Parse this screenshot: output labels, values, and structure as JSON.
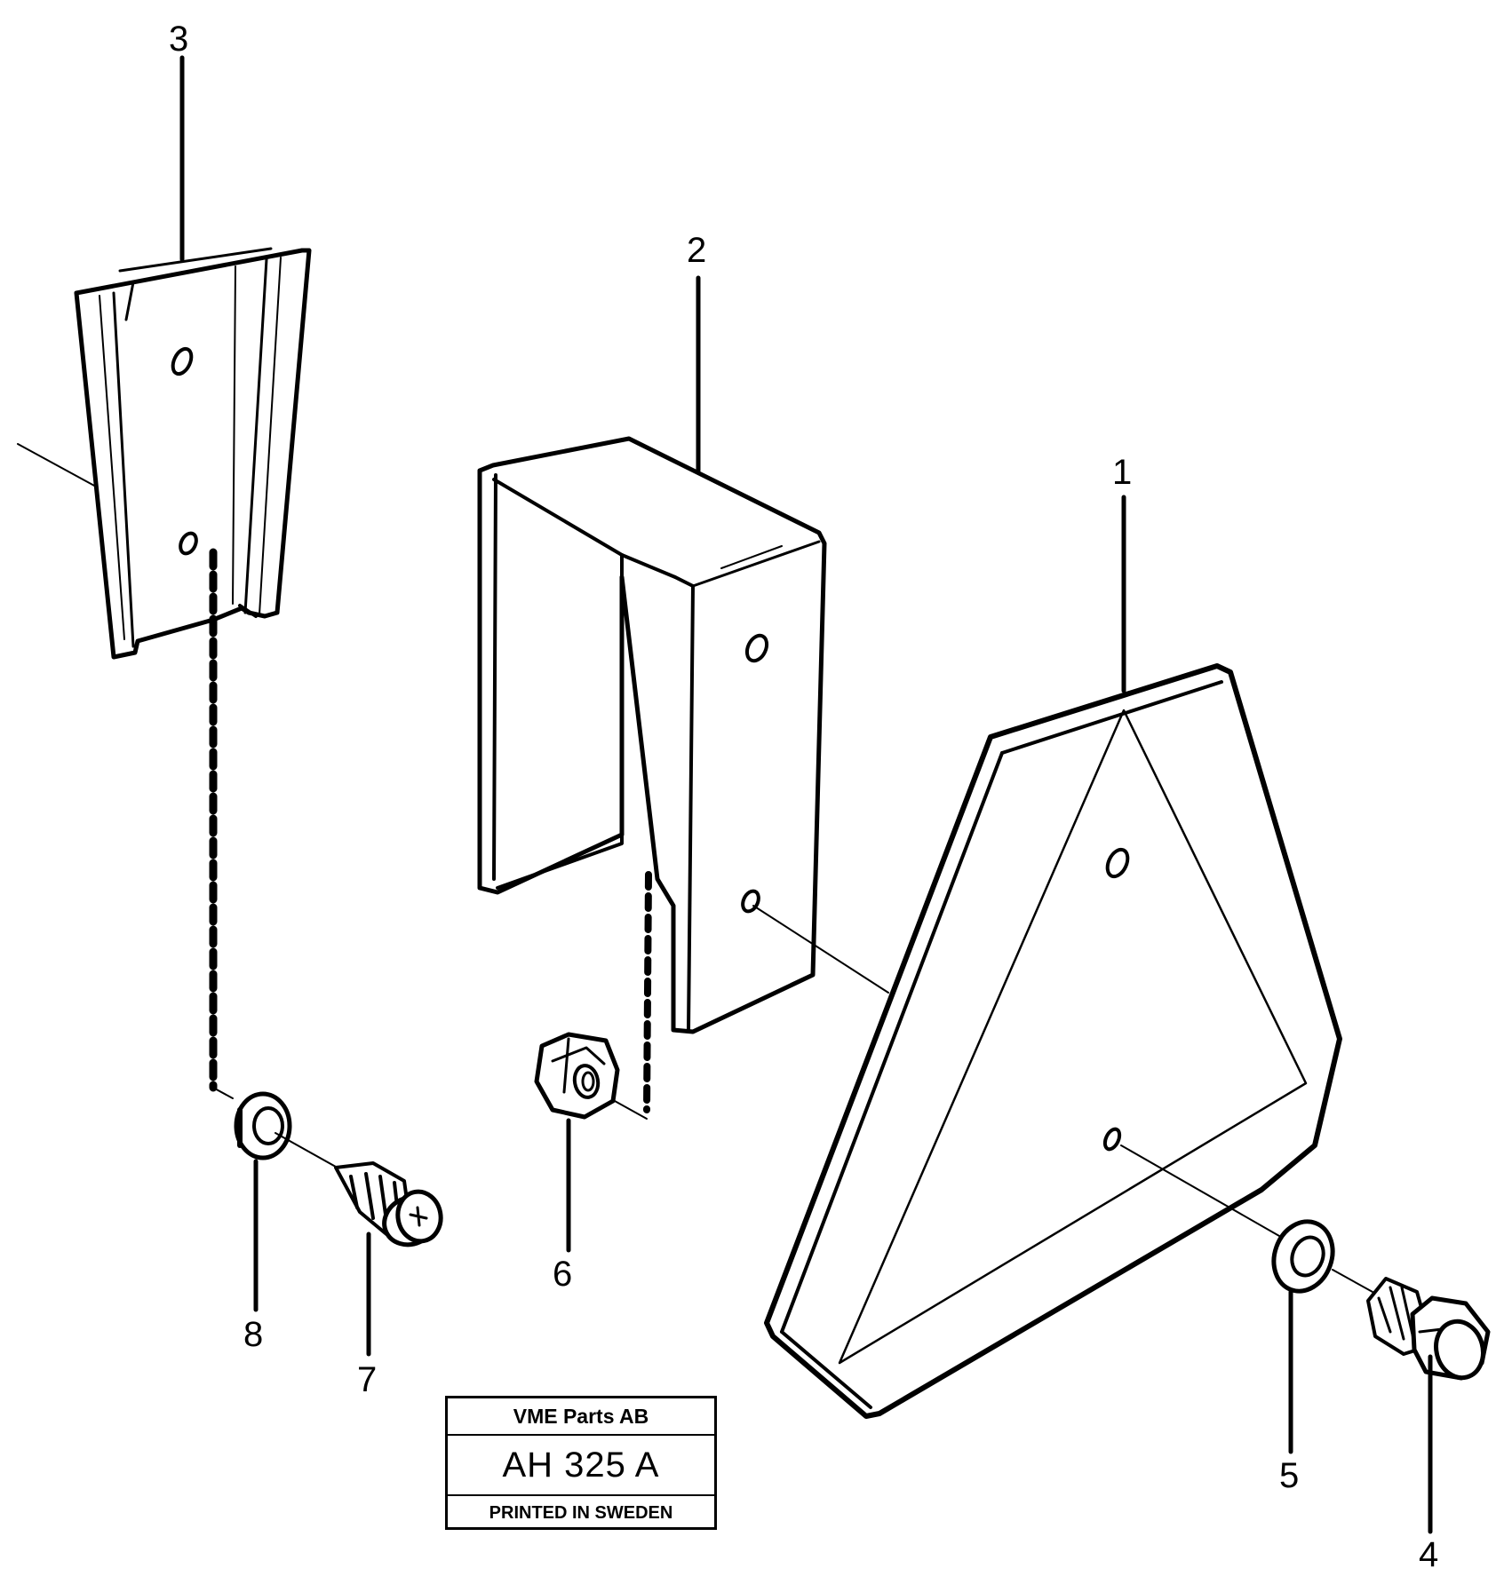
{
  "callouts": {
    "c1": "1",
    "c2": "2",
    "c3": "3",
    "c4": "4",
    "c5": "5",
    "c6": "6",
    "c7": "7",
    "c8": "8"
  },
  "title_block": {
    "company": "VME Parts AB",
    "drawing_number": "AH 325 A",
    "printed": "PRINTED IN SWEDEN"
  },
  "colors": {
    "line": "#000000",
    "background": "#ffffff"
  }
}
